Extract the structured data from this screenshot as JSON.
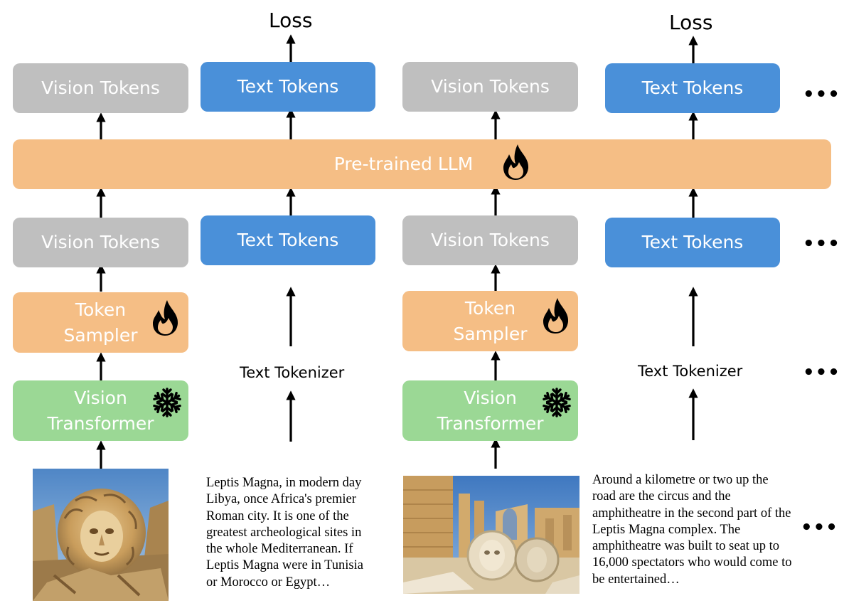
{
  "labels": {
    "loss": "Loss",
    "vision_tokens": "Vision Tokens",
    "text_tokens": "Text Tokens",
    "llm": "Pre-trained LLM",
    "token_sampler_line1": "Token",
    "token_sampler_line2": "Sampler",
    "vit_line1": "Vision",
    "vit_line2": "Transformer",
    "text_tokenizer": "Text Tokenizer",
    "ellipsis": "•••"
  },
  "captions": {
    "left": "Leptis Magna, in modern day Libya, once Africa's premier Roman city. It is one of the greatest archeological sites in the whole Mediterranean. If Leptis Magna were in Tunisia or Morocco or Egypt…",
    "right": "Around a kilometre or two up the road are the circus and the amphitheatre in the second part of the Leptis Magna complex. The amphitheatre was built to seat up to 16,000 spectators who would come to be entertained…"
  },
  "icons": {
    "trainable": "flame-icon",
    "frozen": "snowflake-icon"
  },
  "colors": {
    "vision_tokens": "#bfbfbf",
    "text_tokens": "#4a90d9",
    "trainable_module": "#f5be85",
    "frozen_module": "#9bd895"
  }
}
